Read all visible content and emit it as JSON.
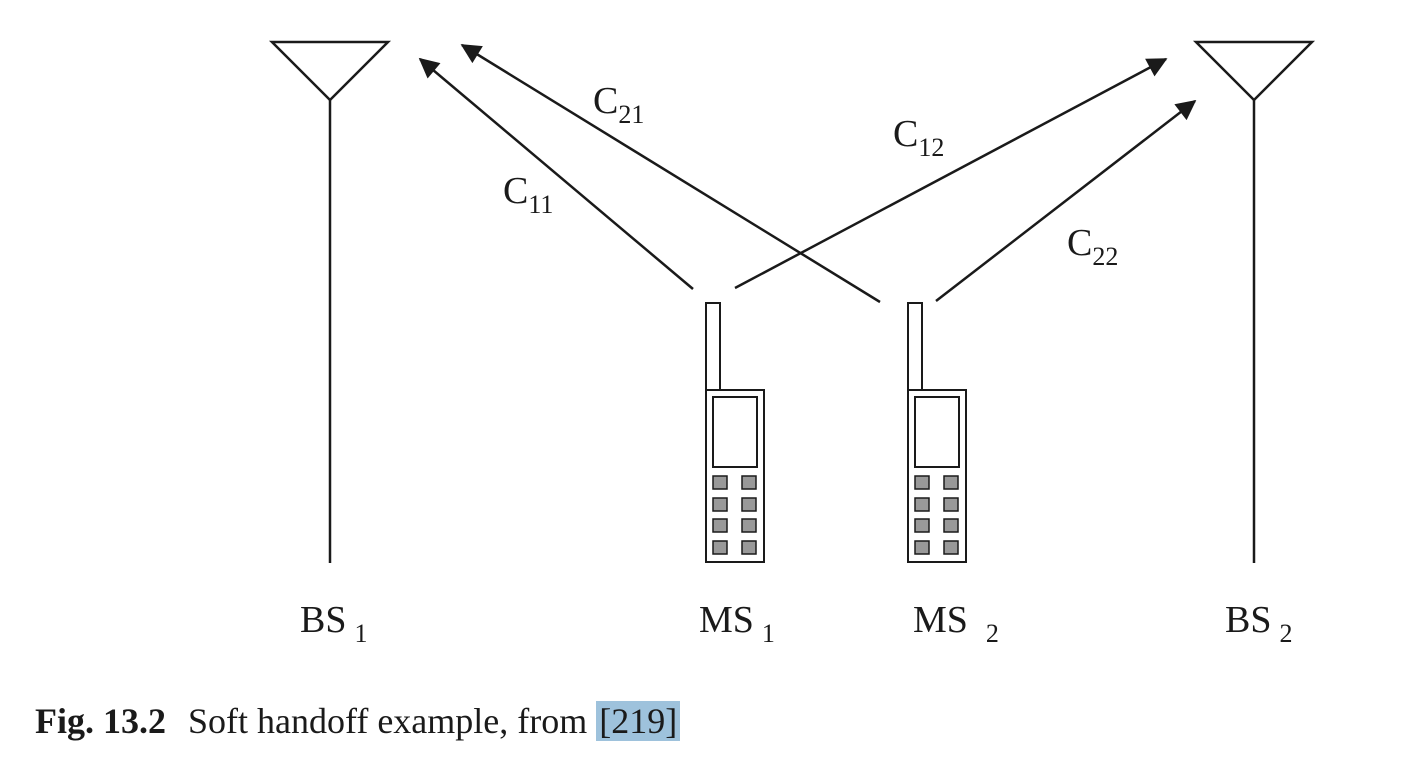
{
  "nodes": {
    "bs1": {
      "name": "BS",
      "index": "1"
    },
    "bs2": {
      "name": "BS",
      "index": "2"
    },
    "ms1": {
      "name": "MS",
      "index": "1"
    },
    "ms2": {
      "name": "MS",
      "index": "2"
    }
  },
  "links": {
    "c11": {
      "name": "C",
      "index": "11"
    },
    "c21": {
      "name": "C",
      "index": "21"
    },
    "c12": {
      "name": "C",
      "index": "12"
    },
    "c22": {
      "name": "C",
      "index": "22"
    }
  },
  "caption": {
    "label": "Fig. 13.2",
    "text": "Soft handoff example, from ",
    "citation": "[219]"
  },
  "colors": {
    "line": "#1a1a1a",
    "keypad": "#999999",
    "citation_highlight": "#9ec2dc"
  }
}
